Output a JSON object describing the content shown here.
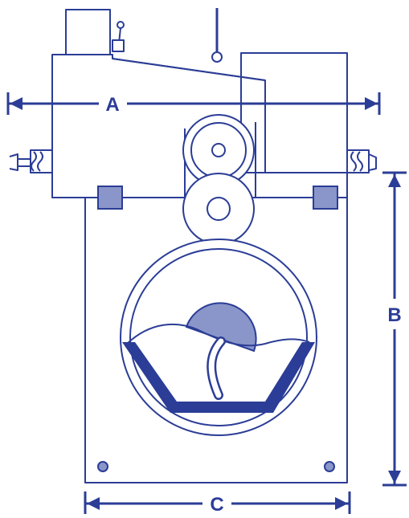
{
  "colors": {
    "line": "#2b3d96",
    "fill_light": "#8a95c9",
    "fill_dark": "#2b3d96",
    "background": "#ffffff"
  },
  "labels": {
    "a": "A",
    "b": "B",
    "c": "C"
  }
}
